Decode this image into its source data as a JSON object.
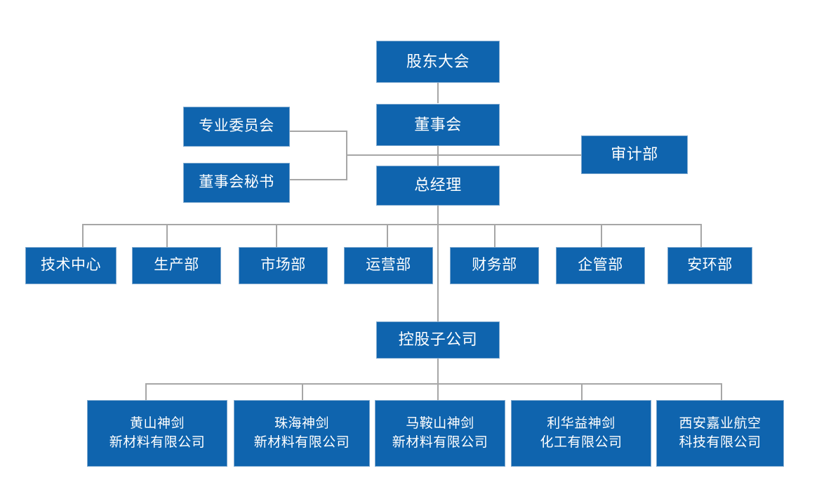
{
  "chart_title": "",
  "theme": {
    "node_fill": "#0F64AE",
    "node_border": "#7FA9CF",
    "node_text": "#FFFFFF",
    "connector": "#A6A6A6",
    "background": "#FFFFFF"
  },
  "nodes": {
    "shareholders_meeting": {
      "label": "股东大会"
    },
    "board_of_directors": {
      "label": "董事会"
    },
    "general_manager": {
      "label": "总经理"
    },
    "professional_committee": {
      "label": "专业委员会"
    },
    "board_secretary": {
      "label": "董事会秘书"
    },
    "audit_department": {
      "label": "审计部"
    },
    "holding_subsidiaries": {
      "label": "控股子公司"
    }
  },
  "departments": [
    {
      "label": "技术中心"
    },
    {
      "label": "生产部"
    },
    {
      "label": "市场部"
    },
    {
      "label": "运营部"
    },
    {
      "label": "财务部"
    },
    {
      "label": "企管部"
    },
    {
      "label": "安环部"
    }
  ],
  "subsidiaries": [
    {
      "line1": "黄山神剑",
      "line2": "新材料有限公司"
    },
    {
      "line1": "珠海神剑",
      "line2": "新材料有限公司"
    },
    {
      "line1": "马鞍山神剑",
      "line2": "新材料有限公司"
    },
    {
      "line1": "利华益神剑",
      "line2": "化工有限公司"
    },
    {
      "line1": "西安嘉业航空",
      "line2": "科技有限公司"
    }
  ]
}
